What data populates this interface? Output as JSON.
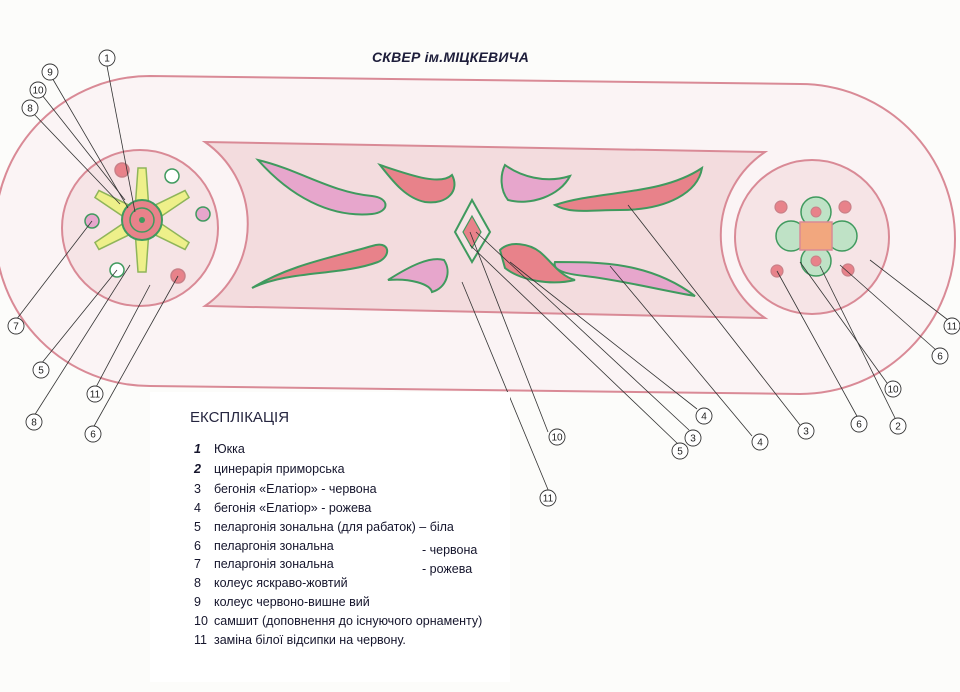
{
  "title": "СКВЕР ім.МІЦКЕВИЧА",
  "legend": {
    "heading": "ЕКСПЛІКАЦІЯ",
    "items": [
      {
        "num": "1",
        "text": "Юкка"
      },
      {
        "num": "2",
        "text": "цинерарія приморська"
      },
      {
        "num": "3",
        "text": "бегонія «Елатіор» -  червона"
      },
      {
        "num": "4",
        "text": "бегонія «Елатіор» -  рожева"
      },
      {
        "num": "5",
        "text": "пеларгонія зональна (для рабаток) – біла"
      },
      {
        "num": "6",
        "text": "пеларгонія  зональна"
      },
      {
        "num": "7",
        "text": "пеларгонія зональна"
      },
      {
        "num": "8",
        "text": "колеус яскраво-жовтий"
      },
      {
        "num": "9",
        "text": "колеус червоно-вишне вий"
      },
      {
        "num": "10",
        "text": "самшит (доповнення до існуючого орнаменту)"
      },
      {
        "num": "11",
        "text": "заміна білої відсипки на червону."
      }
    ],
    "note_red": "- червона",
    "note_pink": "- рожева"
  },
  "callouts": [
    {
      "label": "1"
    },
    {
      "label": "9"
    },
    {
      "label": "10"
    },
    {
      "label": "8"
    },
    {
      "label": "7"
    },
    {
      "label": "5"
    },
    {
      "label": "8"
    },
    {
      "label": "11"
    },
    {
      "label": "6"
    },
    {
      "label": "10"
    },
    {
      "label": "11"
    },
    {
      "label": "5"
    },
    {
      "label": "3"
    },
    {
      "label": "4"
    },
    {
      "label": "4"
    },
    {
      "label": "3"
    },
    {
      "label": "6"
    },
    {
      "label": "10"
    },
    {
      "label": "2"
    },
    {
      "label": "6"
    },
    {
      "label": "11"
    }
  ],
  "colors": {
    "border_red": "#d98a96",
    "bed_fill": "#f3dcde",
    "green": "#3f9a5e",
    "red_fill": "#e8828a",
    "pink_fill": "#e7a6cc",
    "yellow": "#eef08a",
    "orange": "#f2a77e"
  }
}
